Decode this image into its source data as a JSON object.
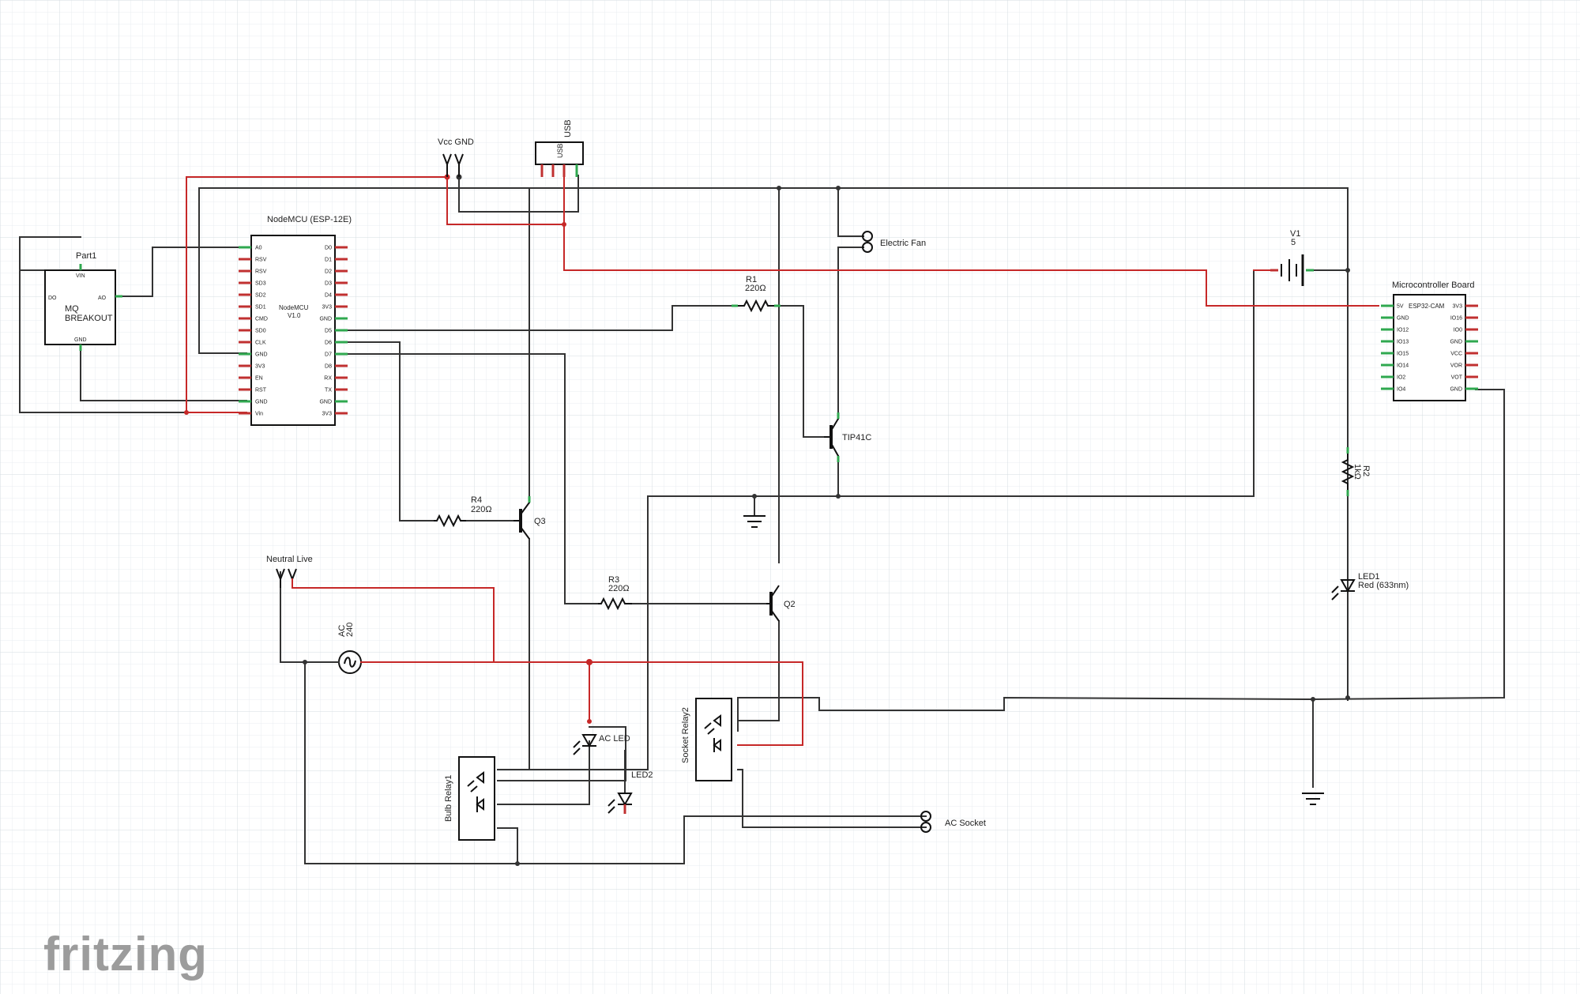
{
  "app": {
    "watermark": "fritzing"
  },
  "colors": {
    "grid_minor": "#e8ecf0",
    "grid_major": "#d6dce2",
    "wire": "#333333",
    "wire_power": "#c62828",
    "pin_red": "#c03030",
    "pin_green": "#2fa84f",
    "watermark": "#9c9c9c"
  },
  "parts": {
    "mq": {
      "ref": "Part1",
      "title_1": "MQ",
      "title_2": "BREAKOUT",
      "pins": {
        "vin": "VIN",
        "do": "DO",
        "ao": "AO",
        "gnd": "GND"
      }
    },
    "nodemcu": {
      "ref": "NodeMCU (ESP-12E)",
      "title_1": "NodeMCU",
      "title_2": "V1.0",
      "left_pins": [
        "A0",
        "RSV",
        "RSV",
        "SD3",
        "SD2",
        "SD1",
        "CMD",
        "SD0",
        "CLK",
        "GND",
        "3V3",
        "EN",
        "RST",
        "GND",
        "Vin"
      ],
      "right_pins": [
        "D0",
        "D1",
        "D2",
        "D3",
        "D4",
        "3V3",
        "GND",
        "D5",
        "D6",
        "D7",
        "D8",
        "RX",
        "TX",
        "GND",
        "3V3"
      ]
    },
    "vcc_gnd": {
      "label": "Vcc GND"
    },
    "usb": {
      "ref": "USB",
      "body": "USB"
    },
    "fan": {
      "label": "Electric Fan"
    },
    "r1": {
      "ref": "R1",
      "value": "220Ω"
    },
    "r2": {
      "ref": "R2",
      "value": "1kΩ"
    },
    "r3": {
      "ref": "R3",
      "value": "220Ω"
    },
    "r4": {
      "ref": "R4",
      "value": "220Ω"
    },
    "tip41c": {
      "label": "TIP41C"
    },
    "q2": {
      "label": "Q2"
    },
    "q3": {
      "label": "Q3"
    },
    "v1": {
      "ref": "V1",
      "value": "5"
    },
    "esp32": {
      "ref": "Microcontroller Board",
      "title": "ESP32-CAM",
      "left_pins": [
        "5V",
        "GND",
        "IO12",
        "IO13",
        "IO15",
        "IO14",
        "IO2",
        "IO4"
      ],
      "right_pins": [
        "3V3",
        "IO16",
        "IO0",
        "GND",
        "VCC",
        "VOR",
        "VOT",
        "GND"
      ]
    },
    "led1": {
      "ref": "LED1",
      "value": "Red (633nm)"
    },
    "led2": {
      "ref": "LED2"
    },
    "ac_led": {
      "label": "AC LED"
    },
    "neutral_live": {
      "label": "Neutral Live"
    },
    "ac_source": {
      "ref": "AC",
      "value": "240"
    },
    "bulb_relay": {
      "label": "Bulb Relay1"
    },
    "socket_relay": {
      "label": "Socket Relay2"
    },
    "ac_socket": {
      "label": "AC Socket"
    }
  }
}
